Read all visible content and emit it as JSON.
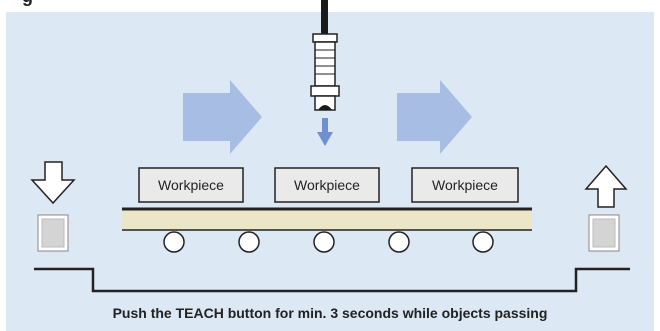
{
  "header": {
    "fragment": "g"
  },
  "workpieces": [
    {
      "label": "Workpiece"
    },
    {
      "label": "Workpiece"
    },
    {
      "label": "Workpiece"
    }
  ],
  "caption": "Push the TEACH button for min. 3 seconds while objects passing",
  "colors": {
    "panel_bg": "#dce8f4",
    "arrow_fill": "#a8bde3",
    "sensor_arrow": "#6f8fd0",
    "belt_fill": "#ece6c8",
    "box_fill": "#eaeaea",
    "edge_color": "#222222",
    "indicator_fill": "#d4d4d4"
  },
  "icons": {
    "sensor": "proximity-sensor-icon",
    "down_arrow": "arrow-down-outline-icon",
    "up_arrow": "arrow-up-outline-icon",
    "flow_arrow": "flow-arrow-right-icon",
    "beam": "detection-beam-arrow-icon",
    "indicator": "indicator-lamp-icon",
    "roller": "roller-icon"
  }
}
